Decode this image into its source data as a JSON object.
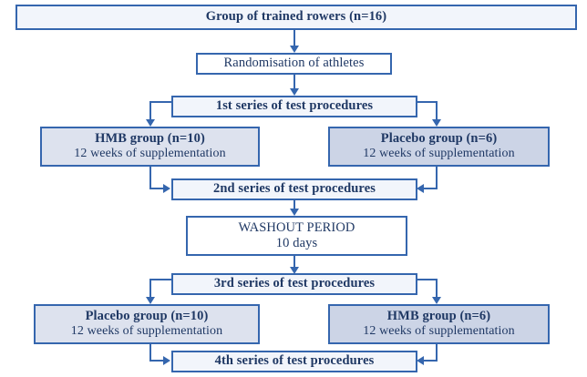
{
  "diagram": {
    "title": "Study design flowchart of trained rowers supplementation trial",
    "colors": {
      "border": "#3566ae",
      "text": "#1f3864",
      "fill_pale": "#f2f5fb",
      "fill_light": "#dde2ee",
      "fill_mid": "#ccd4e6",
      "fill_white": "#ffffff",
      "background": "#ffffff"
    },
    "nodes": [
      {
        "id": "cohort",
        "label": "Group of trained rowers (n=16)",
        "fill": "pale",
        "bold": true
      },
      {
        "id": "randomisation",
        "label": "Randomisation of athletes",
        "fill": "white",
        "bold": false
      },
      {
        "id": "series1",
        "label": "1st series of test procedures",
        "fill": "pale",
        "bold": true
      },
      {
        "id": "hmb_top",
        "line1": "HMB group (n=10)",
        "line2": "12 weeks of supplementation",
        "fill": "light"
      },
      {
        "id": "placebo_top",
        "line1": "Placebo group (n=6)",
        "line2": "12 weeks of supplementation",
        "fill": "mid"
      },
      {
        "id": "series2",
        "label": "2nd series of test procedures",
        "fill": "pale",
        "bold": true
      },
      {
        "id": "washout",
        "line1": "WASHOUT PERIOD",
        "line2": "10 days",
        "fill": "white"
      },
      {
        "id": "series3",
        "label": "3rd series of test procedures",
        "fill": "pale",
        "bold": true
      },
      {
        "id": "placebo_bottom",
        "line1": "Placebo group (n=10)",
        "line2": "12 weeks of supplementation",
        "fill": "light"
      },
      {
        "id": "hmb_bottom",
        "line1": "HMB group (n=6)",
        "line2": "12 weeks of supplementation",
        "fill": "mid"
      },
      {
        "id": "series4",
        "label": "4th series of test procedures",
        "fill": "pale",
        "bold": true
      }
    ]
  }
}
